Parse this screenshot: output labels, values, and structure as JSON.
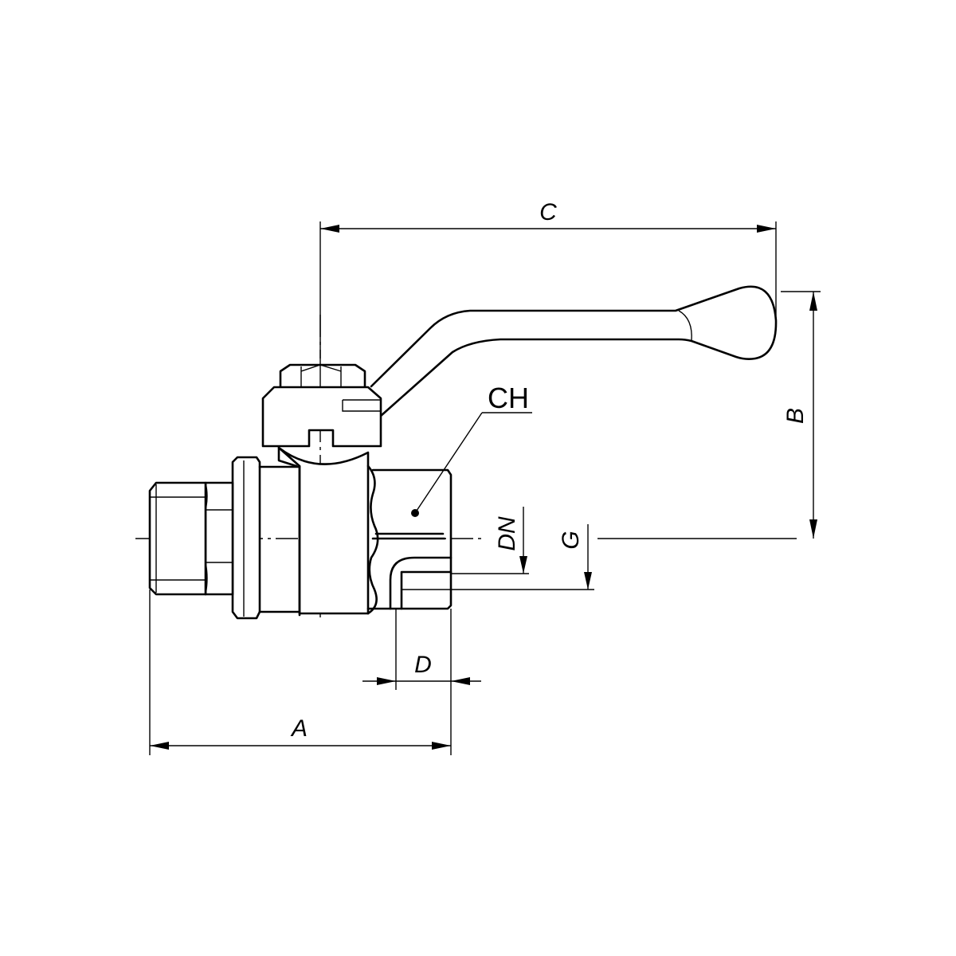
{
  "dimensions": {
    "A": "A",
    "B": "B",
    "C": "C",
    "D": "D",
    "DN": "DN",
    "G": "G"
  },
  "callouts": {
    "hex_key": "CH"
  },
  "colors": {
    "line": "#000000",
    "background": "#ffffff"
  }
}
